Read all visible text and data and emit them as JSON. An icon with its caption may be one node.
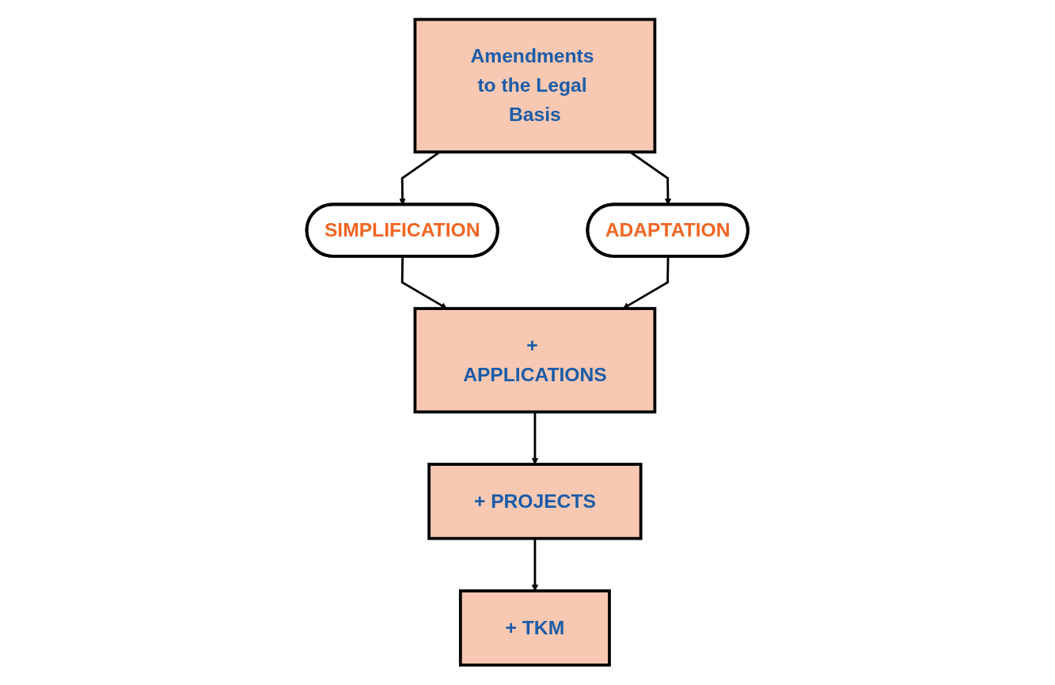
{
  "diagram": {
    "nodes": [
      {
        "text": [
          "Amendments to the Legal Basis"
        ]
      },
      {
        "text": [
          "SIMPLIFICATION"
        ]
      },
      {
        "text": [
          "ADAPTATION"
        ]
      },
      {
        "text": [
          "+ APPLICATIONS"
        ]
      },
      {
        "text": [
          "+ PROJECTS"
        ]
      },
      {
        "text": [
          "+ TKM"
        ]
      }
    ],
    "edges": [
      {
        "from": 0,
        "to": 1,
        "arrow": "to"
      },
      {
        "from": 0,
        "to": 2,
        "arrow": "to"
      },
      {
        "from": 1,
        "to": 3,
        "arrow": "to"
      },
      {
        "from": 2,
        "to": 3,
        "arrow": "to"
      },
      {
        "from": 3,
        "to": 4,
        "arrow": "to"
      },
      {
        "from": 4,
        "to": 5,
        "arrow": "to"
      }
    ]
  }
}
